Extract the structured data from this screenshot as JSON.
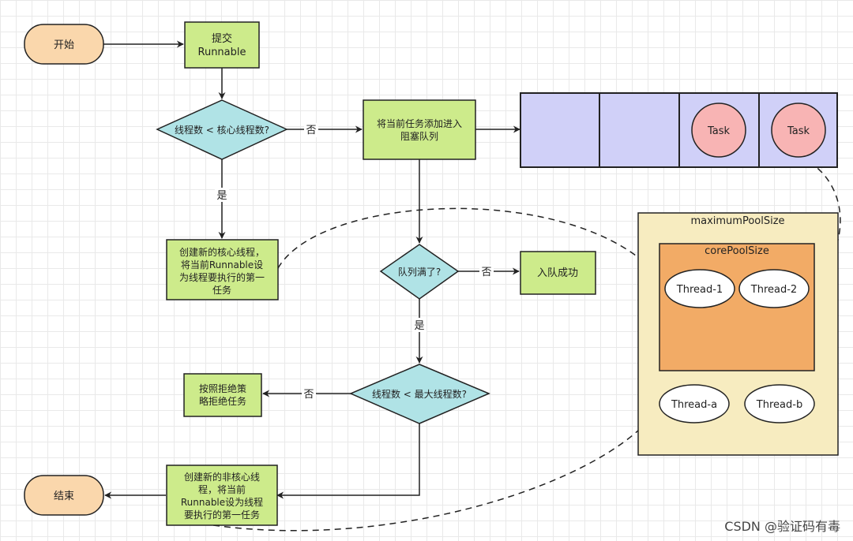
{
  "nodes": {
    "start": "开始",
    "submit": [
      "提交",
      "Runnable"
    ],
    "check_core": "线程数 < 核心线程数?",
    "create_core": [
      "创建新的核心线程，",
      "将当前Runnable设",
      "为线程要执行的第一",
      "任务"
    ],
    "add_queue": [
      "将当前任务添加进入",
      "阻塞队列"
    ],
    "queue_full": "队列满了?",
    "enqueue_ok": "入队成功",
    "check_max": "线程数 < 最大线程数?",
    "reject": [
      "按照拒绝策",
      "略拒绝任务"
    ],
    "create_noncore": [
      "创建新的非核心线",
      "程，将当前",
      "Runnable设为线程",
      "要执行的第一任务"
    ],
    "end": "结束"
  },
  "edge_labels": {
    "no_core": "否",
    "yes_core": "是",
    "no_full": "否",
    "yes_full": "是",
    "no_max": "否"
  },
  "queue": {
    "tasks": [
      "Task",
      "Task"
    ]
  },
  "pool": {
    "max_label": "maximumPoolSize",
    "core_label": "corePoolSize",
    "core_threads": [
      "Thread-1",
      "Thread-2"
    ],
    "extra_threads": [
      "Thread-a",
      "Thread-b"
    ]
  },
  "watermark": "CSDN @验证码有毒",
  "colors": {
    "terminal": "#fad7ac",
    "process": "#cdeb8b",
    "decision": "#b0e3e6",
    "queue": "#d0d0f8",
    "task": "#f8b4b4",
    "max_pool": "#f7ecc0",
    "core_pool": "#f2ab66"
  }
}
